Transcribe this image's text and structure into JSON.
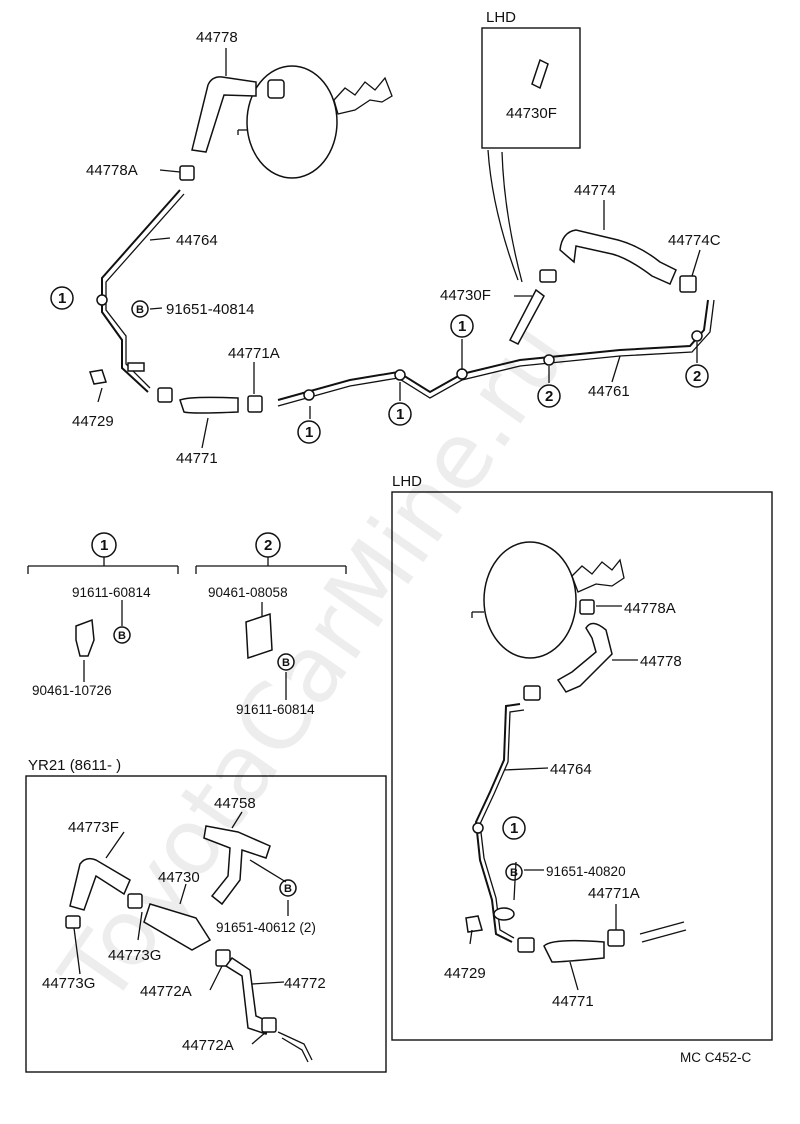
{
  "watermark": "ToyotaCarMine.ru",
  "diagram_code": "MC C452-C",
  "box_titles": {
    "lhd_top": "LHD",
    "lhd_main": "LHD",
    "yr21": "YR21 (8611-         )"
  },
  "markers": {
    "one": "1",
    "two": "2",
    "bolt": "B"
  },
  "labels": {
    "p44778": "44778",
    "p44778A": "44778A",
    "p44764": "44764",
    "p91651_40814": "91651-40814",
    "p44729": "44729",
    "p44771": "44771",
    "p44771A": "44771A",
    "p44730F_box": "44730F",
    "p44730F": "44730F",
    "p44774": "44774",
    "p44774C": "44774C",
    "p44761": "44761",
    "p91611_60814_a": "91611-60814",
    "p90461_10726": "90461-10726",
    "p90461_08058": "90461-08058",
    "p91611_60814_b": "91611-60814",
    "p44758": "44758",
    "p44773F": "44773F",
    "p44730": "44730",
    "p91651_40612": "91651-40612 (2)",
    "p44773G_a": "44773G",
    "p44773G_b": "44773G",
    "p44772A_a": "44772A",
    "p44772": "44772",
    "p44772A_b": "44772A",
    "lhd_44778A": "44778A",
    "lhd_44778": "44778",
    "lhd_44764": "44764",
    "lhd_91651_40820": "91651-40820",
    "lhd_44771A": "44771A",
    "lhd_44729": "44729",
    "lhd_44771": "44771"
  }
}
